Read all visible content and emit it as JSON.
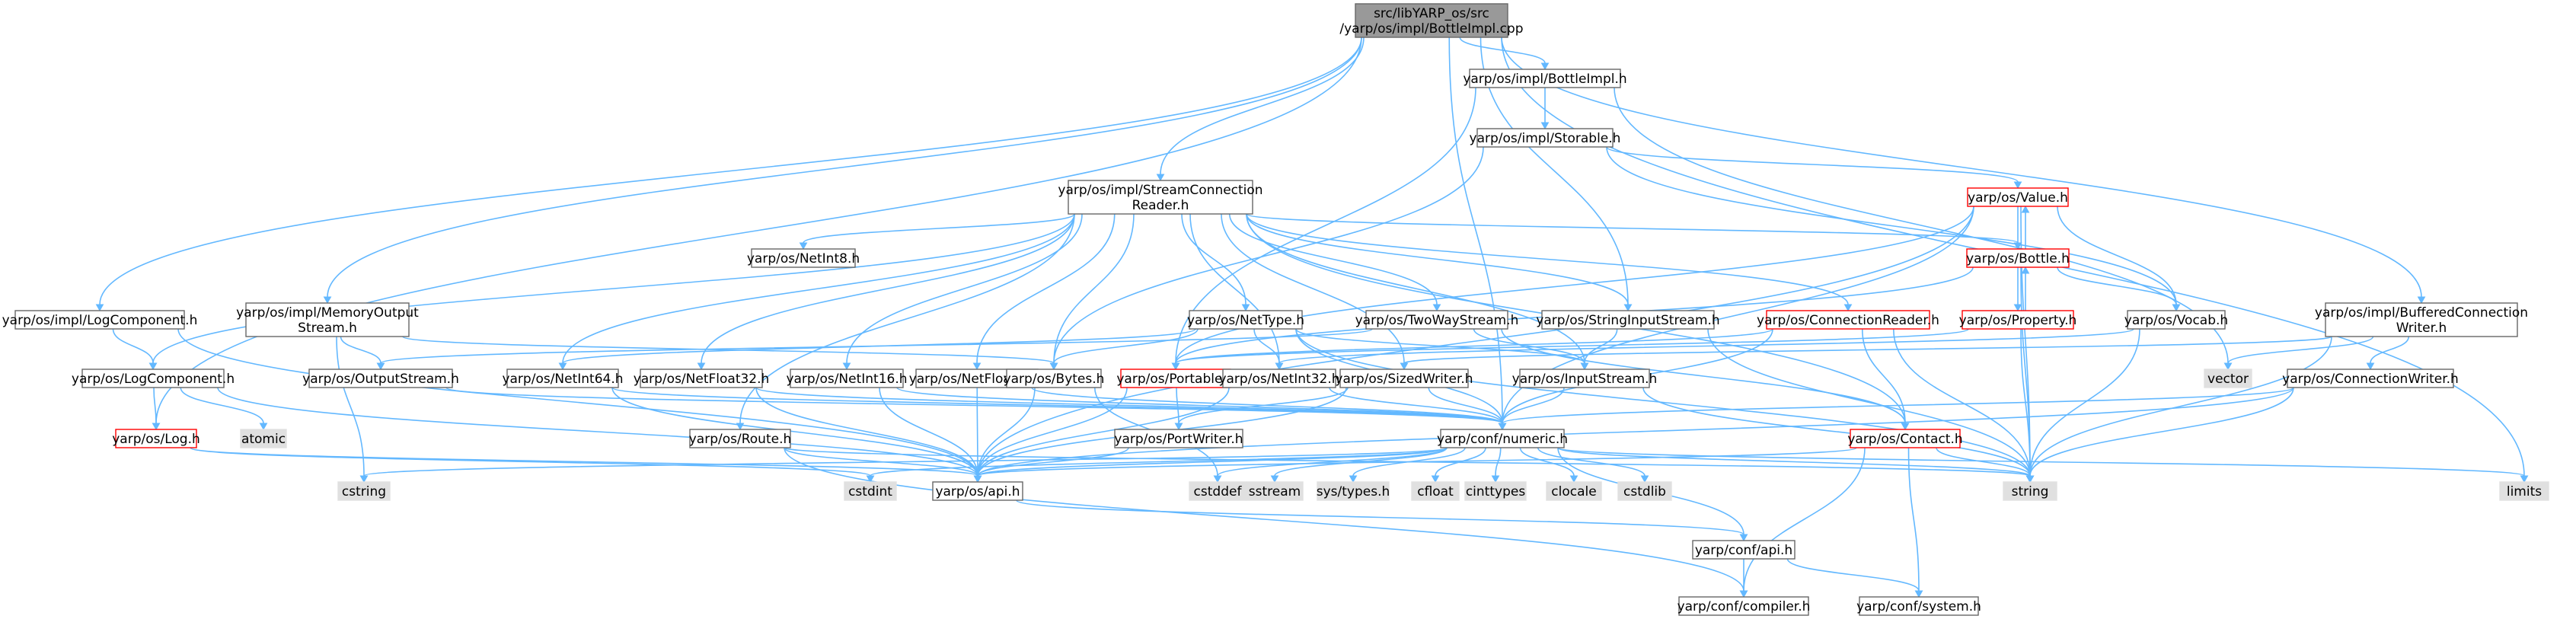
{
  "colors": {
    "root_fill": "#999999",
    "root_stroke": "#666666",
    "normal_fill": "#ffffff",
    "normal_stroke": "#666666",
    "red_stroke": "#ff0000",
    "system_fill": "#e0e0e0",
    "system_stroke": "#e0e0e0",
    "edge": "#63b8ff"
  },
  "nodes": [
    {
      "id": "root",
      "lines": [
        "src/libYARP_os/src",
        "/yarp/os/impl/BottleImpl.cpp"
      ],
      "kind": "root"
    },
    {
      "id": "bottleimpl_h",
      "lines": [
        "yarp/os/impl/BottleImpl.h"
      ],
      "kind": "normal"
    },
    {
      "id": "storable_h",
      "lines": [
        "yarp/os/impl/Storable.h"
      ],
      "kind": "normal"
    },
    {
      "id": "stream_reader",
      "lines": [
        "yarp/os/impl/StreamConnection",
        "Reader.h"
      ],
      "kind": "normal"
    },
    {
      "id": "value_h",
      "lines": [
        "yarp/os/Value.h"
      ],
      "kind": "red"
    },
    {
      "id": "bottle_h",
      "lines": [
        "yarp/os/Bottle.h"
      ],
      "kind": "red"
    },
    {
      "id": "property_h",
      "lines": [
        "yarp/os/Property.h"
      ],
      "kind": "red"
    },
    {
      "id": "vocab_h",
      "lines": [
        "yarp/os/Vocab.h"
      ],
      "kind": "normal"
    },
    {
      "id": "buffered_writer",
      "lines": [
        "yarp/os/impl/BufferedConnection",
        "Writer.h"
      ],
      "kind": "normal"
    },
    {
      "id": "vector",
      "lines": [
        "vector"
      ],
      "kind": "system"
    },
    {
      "id": "connwriter",
      "lines": [
        "yarp/os/ConnectionWriter.h"
      ],
      "kind": "normal"
    },
    {
      "id": "netint8",
      "lines": [
        "yarp/os/NetInt8.h"
      ],
      "kind": "normal"
    },
    {
      "id": "impl_logcomp",
      "lines": [
        "yarp/os/impl/LogComponent.h"
      ],
      "kind": "normal"
    },
    {
      "id": "memout",
      "lines": [
        "yarp/os/impl/MemoryOutput",
        "Stream.h"
      ],
      "kind": "normal"
    },
    {
      "id": "nettype",
      "lines": [
        "yarp/os/NetType.h"
      ],
      "kind": "normal"
    },
    {
      "id": "twoway",
      "lines": [
        "yarp/os/TwoWayStream.h"
      ],
      "kind": "normal"
    },
    {
      "id": "strinput",
      "lines": [
        "yarp/os/StringInputStream.h"
      ],
      "kind": "normal"
    },
    {
      "id": "connreader",
      "lines": [
        "yarp/os/ConnectionReader.h"
      ],
      "kind": "red"
    },
    {
      "id": "logcomp",
      "lines": [
        "yarp/os/LogComponent.h"
      ],
      "kind": "normal"
    },
    {
      "id": "outstream",
      "lines": [
        "yarp/os/OutputStream.h"
      ],
      "kind": "normal"
    },
    {
      "id": "netint64",
      "lines": [
        "yarp/os/NetInt64.h"
      ],
      "kind": "normal"
    },
    {
      "id": "netfloat32",
      "lines": [
        "yarp/os/NetFloat32.h"
      ],
      "kind": "normal"
    },
    {
      "id": "netint16",
      "lines": [
        "yarp/os/NetInt16.h"
      ],
      "kind": "normal"
    },
    {
      "id": "netfloat64",
      "lines": [
        "yarp/os/NetFloat64.h"
      ],
      "kind": "normal"
    },
    {
      "id": "bytes",
      "lines": [
        "yarp/os/Bytes.h"
      ],
      "kind": "normal"
    },
    {
      "id": "portable",
      "lines": [
        "yarp/os/Portable.h"
      ],
      "kind": "red"
    },
    {
      "id": "netint32",
      "lines": [
        "yarp/os/NetInt32.h"
      ],
      "kind": "normal"
    },
    {
      "id": "sizedwriter",
      "lines": [
        "yarp/os/SizedWriter.h"
      ],
      "kind": "normal"
    },
    {
      "id": "inputstream",
      "lines": [
        "yarp/os/InputStream.h"
      ],
      "kind": "normal"
    },
    {
      "id": "atomic",
      "lines": [
        "atomic"
      ],
      "kind": "system"
    },
    {
      "id": "log_h",
      "lines": [
        "yarp/os/Log.h"
      ],
      "kind": "red"
    },
    {
      "id": "route_h",
      "lines": [
        "yarp/os/Route.h"
      ],
      "kind": "normal"
    },
    {
      "id": "portwriter",
      "lines": [
        "yarp/os/PortWriter.h"
      ],
      "kind": "normal"
    },
    {
      "id": "numeric",
      "lines": [
        "yarp/conf/numeric.h"
      ],
      "kind": "normal"
    },
    {
      "id": "contact",
      "lines": [
        "yarp/os/Contact.h"
      ],
      "kind": "red"
    },
    {
      "id": "cstring",
      "lines": [
        "cstring"
      ],
      "kind": "system"
    },
    {
      "id": "cstdint",
      "lines": [
        "cstdint"
      ],
      "kind": "system"
    },
    {
      "id": "os_api",
      "lines": [
        "yarp/os/api.h"
      ],
      "kind": "normal"
    },
    {
      "id": "cstddef",
      "lines": [
        "cstddef"
      ],
      "kind": "system"
    },
    {
      "id": "sstream",
      "lines": [
        "sstream"
      ],
      "kind": "system"
    },
    {
      "id": "systypes",
      "lines": [
        "sys/types.h"
      ],
      "kind": "system"
    },
    {
      "id": "cfloat",
      "lines": [
        "cfloat"
      ],
      "kind": "system"
    },
    {
      "id": "cinttypes",
      "lines": [
        "cinttypes"
      ],
      "kind": "system"
    },
    {
      "id": "clocale",
      "lines": [
        "clocale"
      ],
      "kind": "system"
    },
    {
      "id": "cstdlib",
      "lines": [
        "cstdlib"
      ],
      "kind": "system"
    },
    {
      "id": "string",
      "lines": [
        "string"
      ],
      "kind": "system"
    },
    {
      "id": "limits",
      "lines": [
        "limits"
      ],
      "kind": "system"
    },
    {
      "id": "conf_api",
      "lines": [
        "yarp/conf/api.h"
      ],
      "kind": "normal"
    },
    {
      "id": "conf_compiler",
      "lines": [
        "yarp/conf/compiler.h"
      ],
      "kind": "normal"
    },
    {
      "id": "conf_system",
      "lines": [
        "yarp/conf/system.h"
      ],
      "kind": "normal"
    }
  ],
  "edges": [
    [
      "root",
      "bottleimpl_h"
    ],
    [
      "root",
      "stream_reader"
    ],
    [
      "root",
      "impl_logcomp"
    ],
    [
      "root",
      "memout"
    ],
    [
      "root",
      "log_h"
    ],
    [
      "root",
      "strinput"
    ],
    [
      "root",
      "buffered_writer"
    ],
    [
      "root",
      "numeric"
    ],
    [
      "root",
      "limits"
    ],
    [
      "bottleimpl_h",
      "storable_h"
    ],
    [
      "bottleimpl_h",
      "vector"
    ],
    [
      "bottleimpl_h",
      "portable"
    ],
    [
      "storable_h",
      "value_h"
    ],
    [
      "storable_h",
      "vocab_h"
    ],
    [
      "storable_h",
      "bytes"
    ],
    [
      "stream_reader",
      "bottle_h"
    ],
    [
      "stream_reader",
      "netint8"
    ],
    [
      "stream_reader",
      "nettype"
    ],
    [
      "stream_reader",
      "twoway"
    ],
    [
      "stream_reader",
      "strinput"
    ],
    [
      "stream_reader",
      "connreader"
    ],
    [
      "stream_reader",
      "logcomp"
    ],
    [
      "stream_reader",
      "netint64"
    ],
    [
      "stream_reader",
      "netfloat32"
    ],
    [
      "stream_reader",
      "netint16"
    ],
    [
      "stream_reader",
      "netfloat64"
    ],
    [
      "stream_reader",
      "bytes"
    ],
    [
      "stream_reader",
      "netint32"
    ],
    [
      "stream_reader",
      "route_h"
    ],
    [
      "stream_reader",
      "contact"
    ],
    [
      "stream_reader",
      "sizedwriter"
    ],
    [
      "stream_reader",
      "inputstream"
    ],
    [
      "value_h",
      "bottle_h"
    ],
    [
      "value_h",
      "vocab_h"
    ],
    [
      "value_h",
      "portable"
    ],
    [
      "value_h",
      "numeric"
    ],
    [
      "value_h",
      "string"
    ],
    [
      "value_h",
      "os_api"
    ],
    [
      "bottle_h",
      "value_h"
    ],
    [
      "bottle_h",
      "property_h"
    ],
    [
      "bottle_h",
      "vocab_h"
    ],
    [
      "bottle_h",
      "portable"
    ],
    [
      "bottle_h",
      "string"
    ],
    [
      "property_h",
      "bottle_h"
    ],
    [
      "property_h",
      "portable"
    ],
    [
      "property_h",
      "string"
    ],
    [
      "vocab_h",
      "netint32"
    ],
    [
      "vocab_h",
      "string"
    ],
    [
      "buffered_writer",
      "vector"
    ],
    [
      "buffered_writer",
      "connwriter"
    ],
    [
      "buffered_writer",
      "sizedwriter"
    ],
    [
      "buffered_writer",
      "string"
    ],
    [
      "connwriter",
      "os_api"
    ],
    [
      "connwriter",
      "string"
    ],
    [
      "connwriter",
      "numeric"
    ],
    [
      "impl_logcomp",
      "logcomp"
    ],
    [
      "impl_logcomp",
      "os_api"
    ],
    [
      "memout",
      "outstream"
    ],
    [
      "memout",
      "bytes"
    ],
    [
      "memout",
      "cstring"
    ],
    [
      "nettype",
      "netint64"
    ],
    [
      "nettype",
      "bytes"
    ],
    [
      "nettype",
      "netint32"
    ],
    [
      "nettype",
      "inputstream"
    ],
    [
      "nettype",
      "numeric"
    ],
    [
      "nettype",
      "string"
    ],
    [
      "twoway",
      "outstream"
    ],
    [
      "twoway",
      "inputstream"
    ],
    [
      "twoway",
      "contact"
    ],
    [
      "strinput",
      "inputstream"
    ],
    [
      "strinput",
      "string"
    ],
    [
      "connreader",
      "portable"
    ],
    [
      "connreader",
      "contact"
    ],
    [
      "connreader",
      "numeric"
    ],
    [
      "connreader",
      "string"
    ],
    [
      "logcomp",
      "log_h"
    ],
    [
      "logcomp",
      "atomic"
    ],
    [
      "logcomp",
      "os_api"
    ],
    [
      "outstream",
      "numeric"
    ],
    [
      "netint64",
      "numeric"
    ],
    [
      "netint64",
      "os_api"
    ],
    [
      "netfloat32",
      "numeric"
    ],
    [
      "netfloat32",
      "os_api"
    ],
    [
      "netint16",
      "numeric"
    ],
    [
      "netint16",
      "os_api"
    ],
    [
      "netfloat64",
      "numeric"
    ],
    [
      "netfloat64",
      "os_api"
    ],
    [
      "bytes",
      "os_api"
    ],
    [
      "bytes",
      "cstddef"
    ],
    [
      "portable",
      "portwriter"
    ],
    [
      "portable",
      "os_api"
    ],
    [
      "netint32",
      "numeric"
    ],
    [
      "netint32",
      "os_api"
    ],
    [
      "sizedwriter",
      "portwriter"
    ],
    [
      "sizedwriter",
      "os_api"
    ],
    [
      "sizedwriter",
      "numeric"
    ],
    [
      "inputstream",
      "numeric"
    ],
    [
      "inputstream",
      "string"
    ],
    [
      "log_h",
      "os_api"
    ],
    [
      "log_h",
      "cstdint"
    ],
    [
      "route_h",
      "os_api"
    ],
    [
      "route_h",
      "string"
    ],
    [
      "route_h",
      "conf_compiler"
    ],
    [
      "portwriter",
      "os_api"
    ],
    [
      "numeric",
      "conf_api"
    ],
    [
      "numeric",
      "cstring"
    ],
    [
      "numeric",
      "cstdint"
    ],
    [
      "numeric",
      "cstddef"
    ],
    [
      "numeric",
      "sstream"
    ],
    [
      "numeric",
      "systypes"
    ],
    [
      "numeric",
      "cfloat"
    ],
    [
      "numeric",
      "cinttypes"
    ],
    [
      "numeric",
      "clocale"
    ],
    [
      "numeric",
      "cstdlib"
    ],
    [
      "numeric",
      "string"
    ],
    [
      "numeric",
      "limits"
    ],
    [
      "numeric",
      "os_api"
    ],
    [
      "contact",
      "os_api"
    ],
    [
      "contact",
      "string"
    ],
    [
      "contact",
      "conf_compiler"
    ],
    [
      "contact",
      "conf_system"
    ],
    [
      "os_api",
      "conf_api"
    ],
    [
      "conf_api",
      "conf_compiler"
    ],
    [
      "conf_api",
      "conf_system"
    ]
  ]
}
